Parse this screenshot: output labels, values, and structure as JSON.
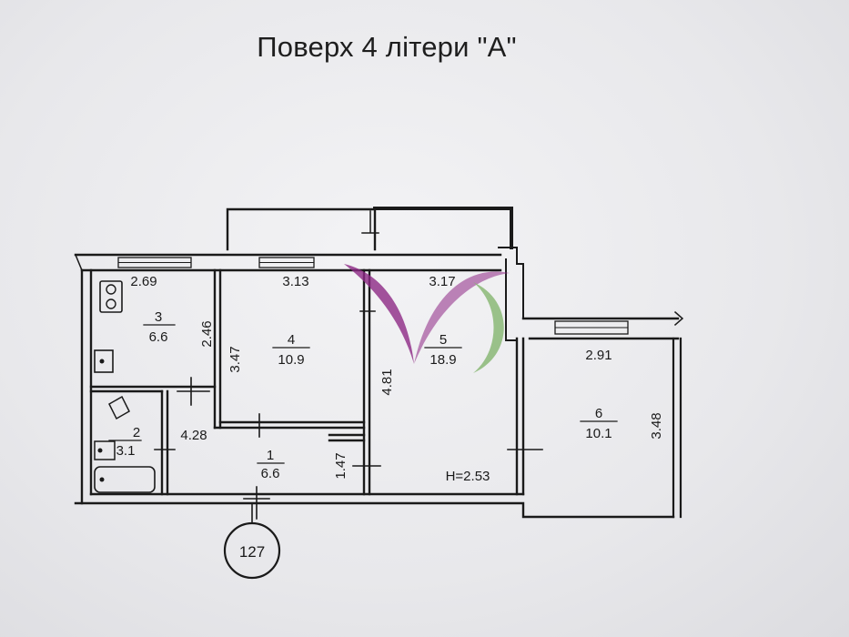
{
  "title": "Поверх 4 літери \"А\"",
  "apartment_number": "127",
  "ceiling_height": "H=2.53",
  "rooms": [
    {
      "num": "1",
      "area": "6.6"
    },
    {
      "num": "2",
      "area": "3.1"
    },
    {
      "num": "3",
      "area": "6.6"
    },
    {
      "num": "4",
      "area": "10.9"
    },
    {
      "num": "5",
      "area": "18.9"
    },
    {
      "num": "6",
      "area": "10.1"
    }
  ],
  "dimensions": {
    "d_2_69": "2.69",
    "d_3_13": "3.13",
    "d_3_17": "3.17",
    "d_2_91": "2.91",
    "d_2_46": "2.46",
    "d_3_47": "3.47",
    "d_4_81": "4.81",
    "d_3_48": "3.48",
    "d_1_47": "1.47",
    "d_4_28": "4.28"
  },
  "colors": {
    "line": "#1a1a1a",
    "watermark_purple": "#8e2a86",
    "watermark_green": "#6aa84f"
  }
}
